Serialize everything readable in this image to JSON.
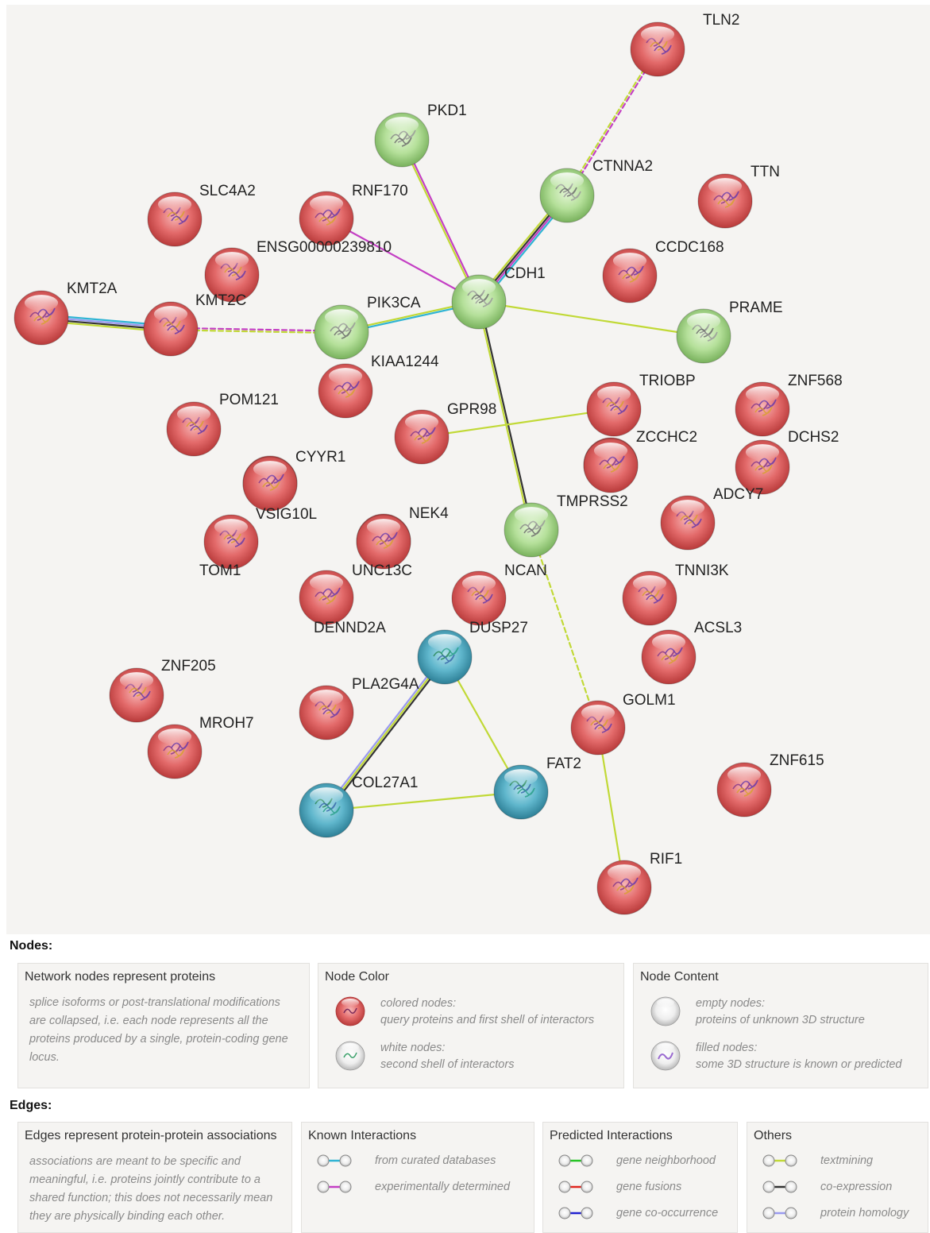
{
  "network": {
    "nodes": [
      {
        "id": "TLN2",
        "label": "TLN2",
        "color": "red"
      },
      {
        "id": "PKD1",
        "label": "PKD1",
        "color": "green"
      },
      {
        "id": "CTNNA2",
        "label": "CTNNA2",
        "color": "green"
      },
      {
        "id": "TTN",
        "label": "TTN",
        "color": "red"
      },
      {
        "id": "SLC4A2",
        "label": "SLC4A2",
        "color": "red"
      },
      {
        "id": "RNF170",
        "label": "RNF170",
        "color": "red"
      },
      {
        "id": "ENSG00000239810",
        "label": "ENSG00000239810",
        "color": "red"
      },
      {
        "id": "CCDC168",
        "label": "CCDC168",
        "color": "red"
      },
      {
        "id": "CDH1",
        "label": "CDH1",
        "color": "green"
      },
      {
        "id": "KMT2A",
        "label": "KMT2A",
        "color": "red"
      },
      {
        "id": "KMT2C",
        "label": "KMT2C",
        "color": "red"
      },
      {
        "id": "PIK3CA",
        "label": "PIK3CA",
        "color": "green"
      },
      {
        "id": "PRAME",
        "label": "PRAME",
        "color": "green"
      },
      {
        "id": "KIAA1244",
        "label": "KIAA1244",
        "color": "red"
      },
      {
        "id": "TRIOBP",
        "label": "TRIOBP",
        "color": "red"
      },
      {
        "id": "ZNF568",
        "label": "ZNF568",
        "color": "red"
      },
      {
        "id": "POM121",
        "label": "POM121",
        "color": "red"
      },
      {
        "id": "GPR98",
        "label": "GPR98",
        "color": "red"
      },
      {
        "id": "ZCCHC2",
        "label": "ZCCHC2",
        "color": "red"
      },
      {
        "id": "DCHS2",
        "label": "DCHS2",
        "color": "red"
      },
      {
        "id": "CYYR1",
        "label": "CYYR1",
        "color": "red"
      },
      {
        "id": "TMPRSS2",
        "label": "TMPRSS2",
        "color": "red"
      },
      {
        "id": "ADCY7",
        "label": "ADCY7",
        "color": "red"
      },
      {
        "id": "VSIG10L",
        "label": "VSIG10L",
        "color": "red"
      },
      {
        "id": "NEK4",
        "label": "NEK4",
        "color": "red"
      },
      {
        "id": "NCAN",
        "label": "NCAN",
        "color": "green"
      },
      {
        "id": "TOM1",
        "label": "TOM1",
        "color": "red"
      },
      {
        "id": "UNC13C",
        "label": "UNC13C",
        "color": "red"
      },
      {
        "id": "TNNI3K",
        "label": "TNNI3K",
        "color": "red"
      },
      {
        "id": "DENND2A",
        "label": "DENND2A",
        "color": "red"
      },
      {
        "id": "DUSP27",
        "label": "DUSP27",
        "color": "red"
      },
      {
        "id": "ACSL3",
        "label": "ACSL3",
        "color": "red"
      },
      {
        "id": "ZNF205",
        "label": "ZNF205",
        "color": "red"
      },
      {
        "id": "PLA2G4A",
        "label": "PLA2G4A",
        "color": "blue"
      },
      {
        "id": "GOLM1",
        "label": "GOLM1",
        "color": "red"
      },
      {
        "id": "MROH7",
        "label": "MROH7",
        "color": "red"
      },
      {
        "id": "FAT2",
        "label": "FAT2",
        "color": "blue"
      },
      {
        "id": "ZNF615",
        "label": "ZNF615",
        "color": "red"
      },
      {
        "id": "COL27A1",
        "label": "COL27A1",
        "color": "blue"
      },
      {
        "id": "RIF1",
        "label": "RIF1",
        "color": "red"
      },
      {
        "id": "PLA2G4A_red",
        "label": "",
        "color": "red"
      }
    ],
    "edges": [
      {
        "a": "TLN2",
        "b": "CTNNA2",
        "types": [
          "experimentally determined",
          "textmining"
        ],
        "dashed": true
      },
      {
        "a": "PKD1",
        "b": "CDH1",
        "types": [
          "experimentally determined",
          "textmining"
        ]
      },
      {
        "a": "RNF170",
        "b": "CDH1",
        "types": [
          "experimentally determined"
        ]
      },
      {
        "a": "CTNNA2",
        "b": "CDH1",
        "types": [
          "from curated databases",
          "experimentally determined",
          "co-expression",
          "textmining"
        ]
      },
      {
        "a": "CDH1",
        "b": "PIK3CA",
        "types": [
          "from curated databases",
          "textmining"
        ]
      },
      {
        "a": "CDH1",
        "b": "PRAME",
        "types": [
          "textmining"
        ]
      },
      {
        "a": "CDH1",
        "b": "NCAN",
        "types": [
          "co-expression",
          "textmining"
        ]
      },
      {
        "a": "KMT2A",
        "b": "KMT2C",
        "types": [
          "from curated databases",
          "protein homology",
          "co-expression",
          "textmining"
        ]
      },
      {
        "a": "KMT2C",
        "b": "PIK3CA",
        "types": [
          "experimentally determined",
          "textmining"
        ],
        "dashed": true
      },
      {
        "a": "GPR98",
        "b": "TRIOBP",
        "types": [
          "textmining"
        ]
      },
      {
        "a": "NCAN",
        "b": "GOLM1",
        "types": [
          "textmining"
        ],
        "dashed": true
      },
      {
        "a": "PLA2G4A",
        "b": "COL27A1",
        "types": [
          "co-expression",
          "textmining",
          "protein homology"
        ]
      },
      {
        "a": "PLA2G4A",
        "b": "FAT2",
        "types": [
          "textmining"
        ]
      },
      {
        "a": "COL27A1",
        "b": "FAT2",
        "types": [
          "textmining"
        ]
      },
      {
        "a": "GOLM1",
        "b": "RIF1",
        "types": [
          "textmining"
        ]
      }
    ]
  },
  "legend": {
    "nodes_title": "Nodes:",
    "node_boxes": {
      "represent": {
        "title": "Network nodes represent proteins",
        "text": "splice isoforms or post-translational modifications are collapsed, i.e. each node represents all the proteins produced by a single, protein-coding gene locus."
      },
      "color": {
        "title": "Node Color",
        "colored_line1": "colored nodes:",
        "colored_line2": "query proteins and first shell of interactors",
        "white_line1": "white nodes:",
        "white_line2": "second shell of interactors"
      },
      "content": {
        "title": "Node Content",
        "empty_line1": "empty nodes:",
        "empty_line2": "proteins of unknown 3D structure",
        "filled_line1": "filled nodes:",
        "filled_line2": "some 3D structure is known or predicted"
      }
    },
    "edges_title": "Edges:",
    "edge_boxes": {
      "represent": {
        "title": "Edges represent protein-protein associations",
        "text": "associations are meant to be specific and meaningful, i.e. proteins jointly contribute to a shared function; this does not necessarily mean they are physically binding each other."
      },
      "known": {
        "title": "Known Interactions",
        "items": [
          {
            "label": "from curated databases",
            "color": "#2fb4d4"
          },
          {
            "label": "experimentally determined",
            "color": "#c43fc4"
          }
        ]
      },
      "predicted": {
        "title": "Predicted Interactions",
        "items": [
          {
            "label": "gene neighborhood",
            "color": "#25c425"
          },
          {
            "label": "gene fusions",
            "color": "#e0261f"
          },
          {
            "label": "gene co-occurrence",
            "color": "#2020d0"
          }
        ]
      },
      "others": {
        "title": "Others",
        "items": [
          {
            "label": "textmining",
            "color": "#c1d936"
          },
          {
            "label": "co-expression",
            "color": "#333333"
          },
          {
            "label": "protein homology",
            "color": "#9a9af0"
          }
        ]
      }
    }
  }
}
